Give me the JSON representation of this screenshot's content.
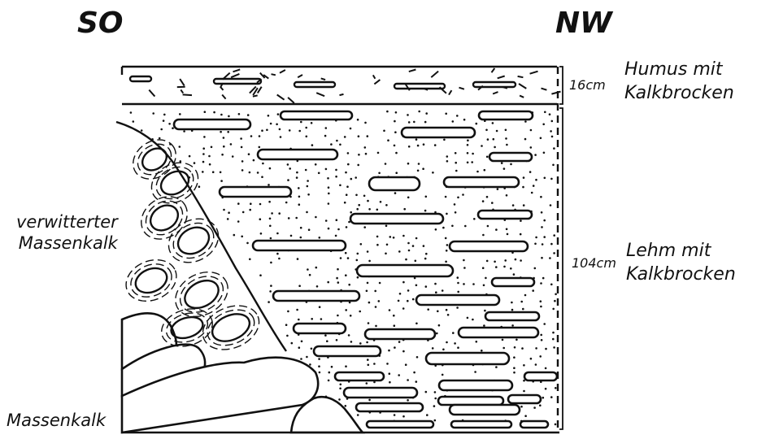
{
  "directions": {
    "left": "SO",
    "right": "NW"
  },
  "layers": [
    {
      "thickness": "16cm",
      "label_line1": "Humus mit",
      "label_line2": "Kalkbrocken"
    },
    {
      "thickness": "104cm",
      "label_line1": "Lehm mit",
      "label_line2": "Kalkbrocken"
    }
  ],
  "left_labels": {
    "weathered_line1": "verwitterter",
    "weathered_line2": "Massenkalk",
    "bedrock": "Massenkalk"
  }
}
